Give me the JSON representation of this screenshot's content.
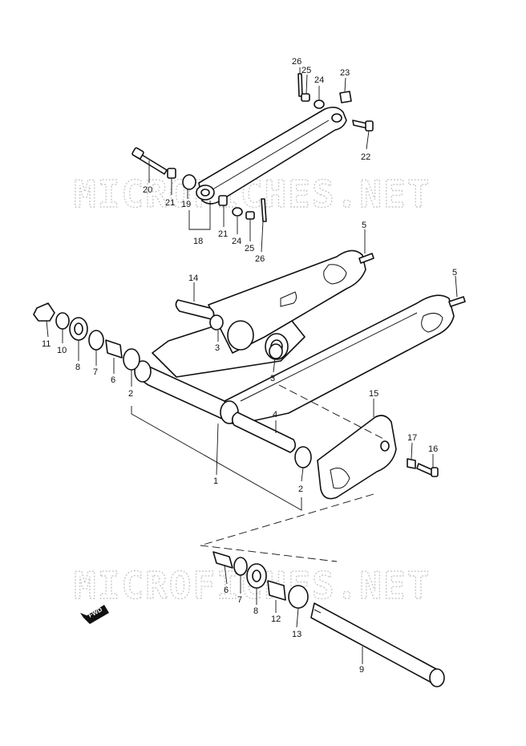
{
  "watermark": "MICROFICHES.NET",
  "fwd_label": "FWD",
  "callouts": {
    "c1": "1",
    "c2a": "2",
    "c2b": "2",
    "c3a": "3",
    "c3b": "3",
    "c4": "4",
    "c5a": "5",
    "c5b": "5",
    "c6a": "6",
    "c6b": "6",
    "c7a": "7",
    "c7b": "7",
    "c8a": "8",
    "c8b": "8",
    "c9": "9",
    "c10": "10",
    "c11": "11",
    "c12": "12",
    "c13": "13",
    "c14": "14",
    "c15": "15",
    "c16": "16",
    "c17": "17",
    "c18": "18",
    "c19": "19",
    "c20": "20",
    "c21a": "21",
    "c21b": "21",
    "c22": "22",
    "c23": "23",
    "c24a": "24",
    "c24b": "24",
    "c25a": "25",
    "c25b": "25",
    "c26a": "26",
    "c26b": "26"
  }
}
